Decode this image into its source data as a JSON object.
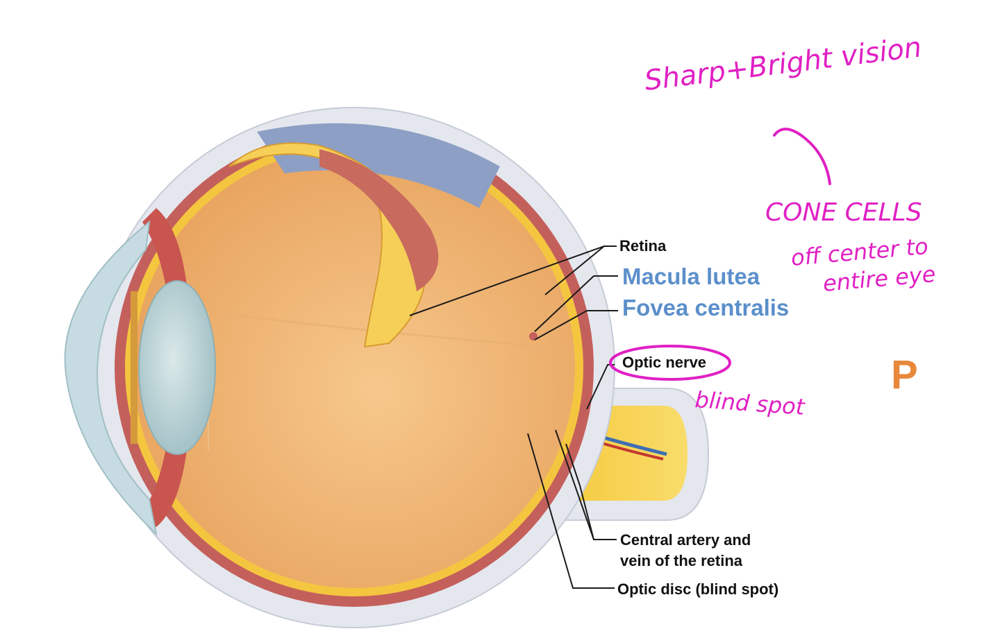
{
  "labels": {
    "retina": "Retina",
    "macula_lutea": "Macula lutea",
    "fovea_centralis": "Fovea centralis",
    "optic_nerve": "Optic nerve",
    "central_artery_line1": "Central artery and",
    "central_artery_line2": "vein of the retina",
    "optic_disc": "Optic disc (blind spot)"
  },
  "annotations": {
    "sharp_bright": "Sharp+Bright vision",
    "cone_cells": "CONE CELLS",
    "off_center_line1": "off center to",
    "off_center_line2": "entire eye",
    "blind_spot": "blind spot",
    "letter": "P"
  },
  "colors": {
    "annotation_pink": "#e020c4",
    "label_blue": "#5b8fcb",
    "letter_orange": "#e8883a",
    "sclera": "#e4e7ee",
    "choroid": "#c4605c",
    "retina_yellow": "#f4c640",
    "vitreous": "#f0b878",
    "lens": "#b9d4d8",
    "cornea": "#c6dce2"
  }
}
